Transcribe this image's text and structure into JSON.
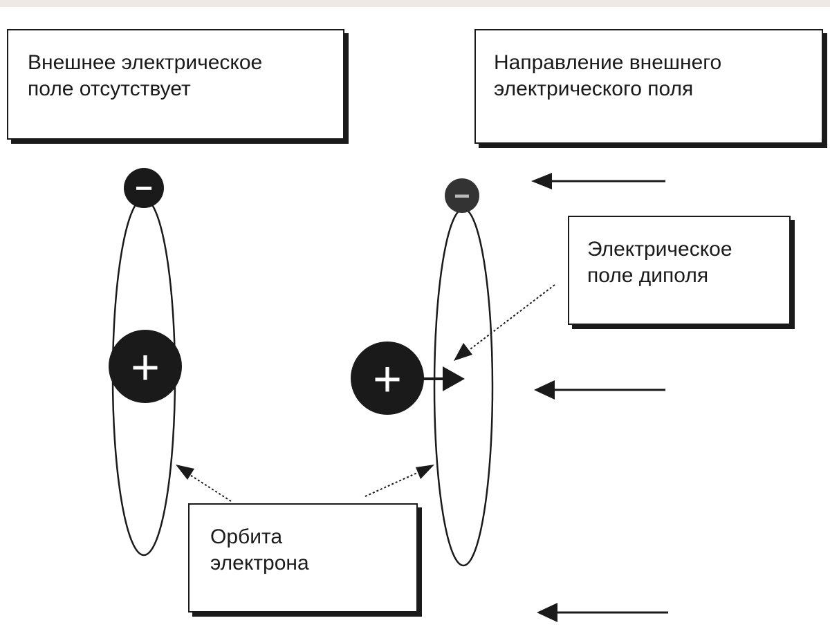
{
  "labels": {
    "no_field": {
      "line1": "Внешнее электрическое",
      "line2": "поле отсутствует"
    },
    "field_direction": {
      "line1": "Направление внешнего",
      "line2": "электрического поля"
    },
    "dipole_field": {
      "line1": "Электрическое",
      "line2": "поле диполя"
    },
    "electron_orbit": {
      "line1": "Орбита",
      "line2": "электрона"
    }
  },
  "charges": {
    "negative": "−",
    "positive": "+"
  },
  "colors": {
    "ink": "#1a1a1a",
    "background": "#ffffff",
    "top_bar": "#efe9e6"
  }
}
